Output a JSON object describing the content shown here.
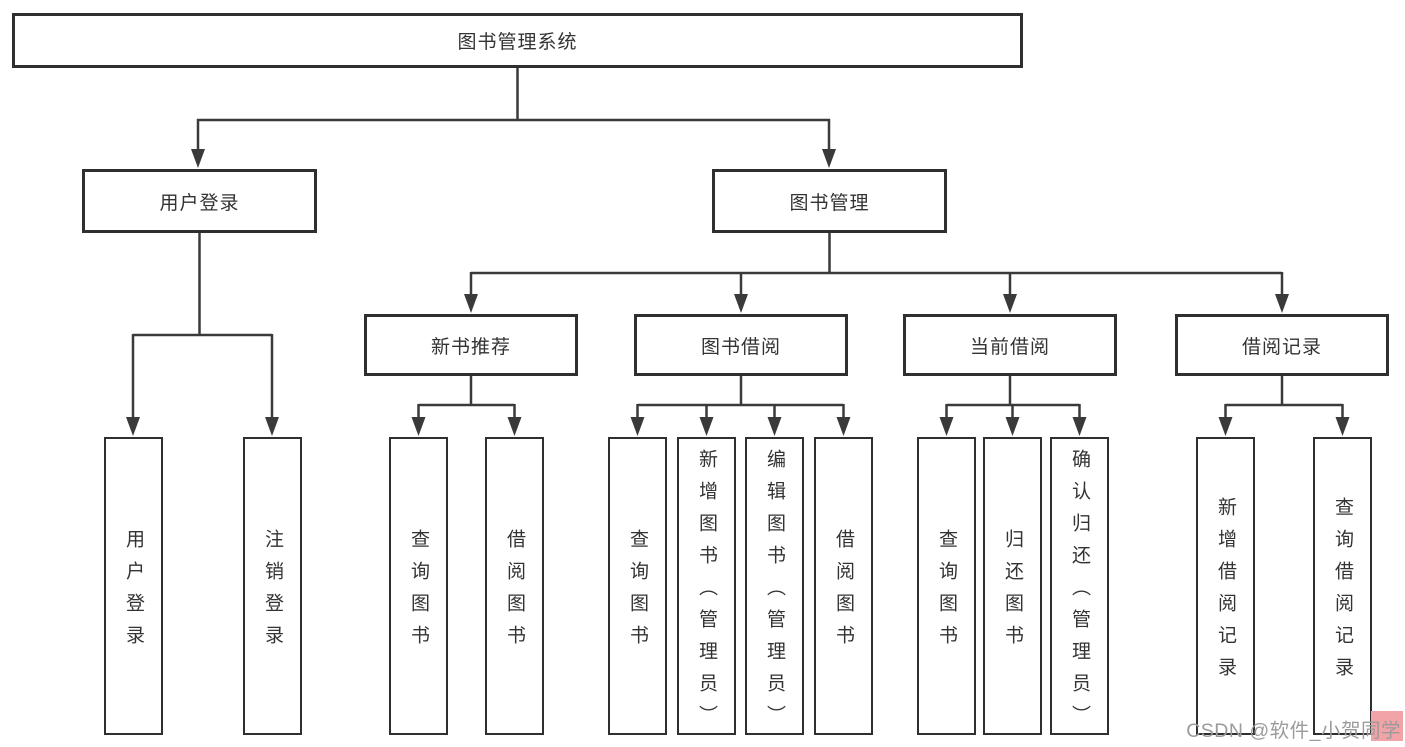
{
  "diagram": {
    "root": "图书管理系统",
    "level2": [
      "用户登录",
      "图书管理"
    ],
    "level3": [
      "新书推荐",
      "图书借阅",
      "当前借阅",
      "借阅记录"
    ],
    "leaves": [
      "用户登录",
      "注销登录",
      "查询图书",
      "借阅图书",
      "查询图书",
      "新增图书（管理员）",
      "编辑图书（管理员）",
      "借阅图书",
      "查询图书",
      "归还图书",
      "确认归还（管理员）",
      "新增借阅记录",
      "查询借阅记录"
    ]
  },
  "watermark": {
    "text": "CSDN @软件_小贺同学"
  },
  "colors": {
    "line": "#3a3a3a",
    "box_border": "#2f2f2f",
    "text": "#333333",
    "background": "#ffffff",
    "watermark_text": "#9b9b9b",
    "watermark_accent": "#f2a3a8"
  }
}
